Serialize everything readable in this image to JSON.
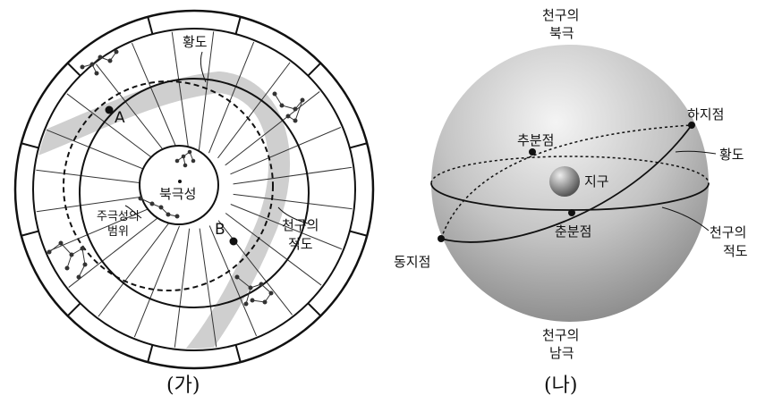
{
  "figure_a": {
    "caption": "(가)",
    "labels": {
      "ecliptic": "황도",
      "star_a": "A",
      "star_b": "B",
      "polaris": "북극성",
      "circumpolar_line1": "주극성의",
      "circumpolar_line2": "범위",
      "celestial_equator_line1": "천구의",
      "celestial_equator_line2": "적도"
    }
  },
  "figure_b": {
    "caption": "(나)",
    "labels": {
      "north_pole_line1": "천구의",
      "north_pole_line2": "북극",
      "south_pole_line1": "천구의",
      "south_pole_line2": "남극",
      "summer_solstice": "하지점",
      "autumnal_equinox": "추분점",
      "ecliptic": "황도",
      "earth": "지구",
      "celestial_equator_line1": "천구의",
      "celestial_equator_line2": "적도",
      "vernal_equinox": "춘분점",
      "winter_solstice": "동지점"
    }
  },
  "colors": {
    "line": "#111111",
    "milky_way": "#cfcfcf",
    "sphere_light": "#f2f2f2",
    "sphere_dark": "#8a8a8a"
  }
}
